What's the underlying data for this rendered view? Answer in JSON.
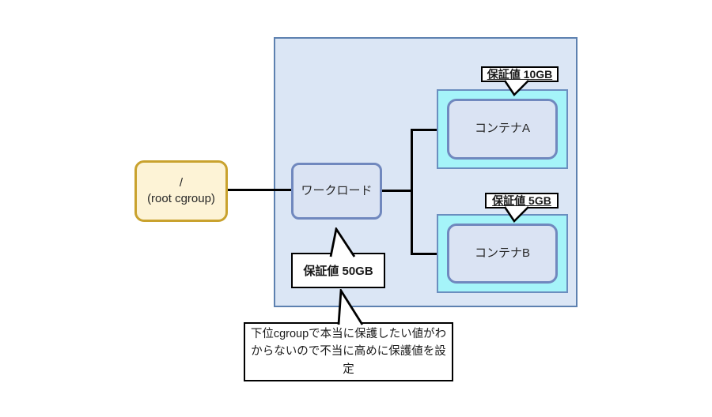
{
  "diagram": {
    "root_node": {
      "line1": "/",
      "line2": "(root cgroup)"
    },
    "workload_node": {
      "label": "ワークロード"
    },
    "containers": [
      {
        "label": "コンテナA",
        "callout": "保証値 10GB"
      },
      {
        "label": "コンテナB",
        "callout": "保証値 5GB"
      }
    ],
    "workload_callout": "保証値 50GB",
    "note": {
      "text": "下位cgroupで本当に保護したい値がわからないので不当に高めに保護値を設定"
    },
    "colors": {
      "root_fill": "#fdf3d6",
      "root_border": "#c9a22e",
      "node_fill": "#dae3f3",
      "node_border": "#7088be",
      "group_fill": "#dbe6f5",
      "group_border": "#5d81b0",
      "highlight_cyan": "#a5f4f9",
      "callout_bg": "#ffffff",
      "callout_border": "#000000",
      "line": "#000000"
    }
  }
}
